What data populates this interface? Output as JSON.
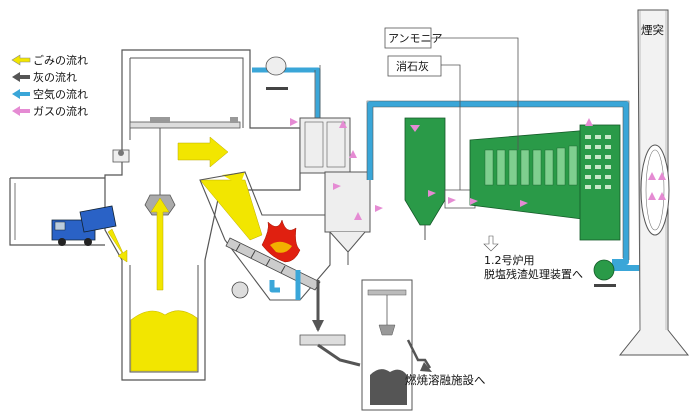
{
  "legend": [
    {
      "label": "ごみの流れ",
      "color": "#f2e600",
      "icon": "arrow-left-icon"
    },
    {
      "label": "灰の流れ",
      "color": "#555555",
      "icon": "arrow-left-icon"
    },
    {
      "label": "空気の流れ",
      "color": "#3aa6d8",
      "icon": "arrow-left-icon"
    },
    {
      "label": "ガスの流れ",
      "color": "#e58bd3",
      "icon": "arrow-left-icon"
    }
  ],
  "labels": {
    "ammonia": "アンモニア",
    "slaked_lime": "消石灰",
    "chimney": "煙突",
    "residue_line1": "1.2号炉用",
    "residue_line2": "脱塩残渣処理装置へ",
    "melting_facility": "燃焼溶融施設へ"
  },
  "colors": {
    "waste": "#f2e600",
    "ash": "#555555",
    "air": "#3aa6d8",
    "gas": "#e58bd3",
    "equipment": "#2a9a48",
    "equipment_light": "#7fcf8f",
    "fire": "#e02010",
    "outline": "#444444"
  }
}
